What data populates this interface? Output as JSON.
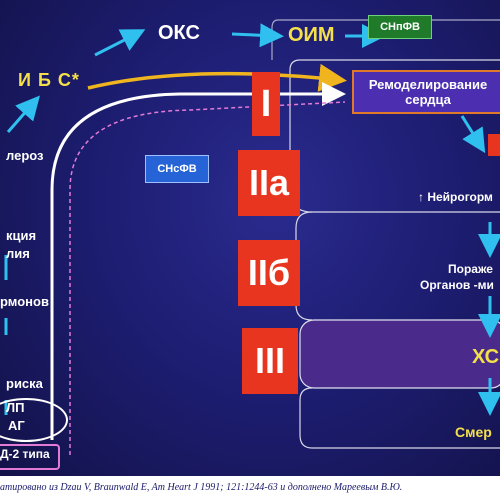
{
  "top": {
    "oks": "ОКС",
    "oim": "ОИМ",
    "ibs": "И Б С*",
    "snpfv": "СНпФВ",
    "snsfv": "СНсФВ"
  },
  "remodeling": {
    "line1": "Ремоделирование",
    "line2": "сердца"
  },
  "stages": {
    "s1": "I",
    "s2a": "IIа",
    "s2b": "IIб",
    "s3": "III"
  },
  "left_labels": {
    "sclerosis": "лероз",
    "dysfunction1": "кция",
    "dysfunction2": "лия",
    "hormones": "рмонов",
    "risk": "риска",
    "lp": "ЛП",
    "ag": "АГ",
    "diabetes": "Д-2 типа"
  },
  "right_labels": {
    "neuro": "↑ Нейрогорм",
    "damage1": "Пораже",
    "damage2": "Органов -ми",
    "xc": "ХС",
    "death": "Смер"
  },
  "footer": {
    "text": "атировано из Dzau V, Braunwald E, Am Heart J 1991; 121:1244-63 и дополнено Мареевым В.Ю."
  },
  "colors": {
    "background": "#1d1d72",
    "arrow_cyan": "#2fc0f0",
    "arrow_yellow": "#f0b51e",
    "stage_red": "#e8351f",
    "accent_yellow": "#f4e04a",
    "pink_dashed": "#e27ad6"
  }
}
